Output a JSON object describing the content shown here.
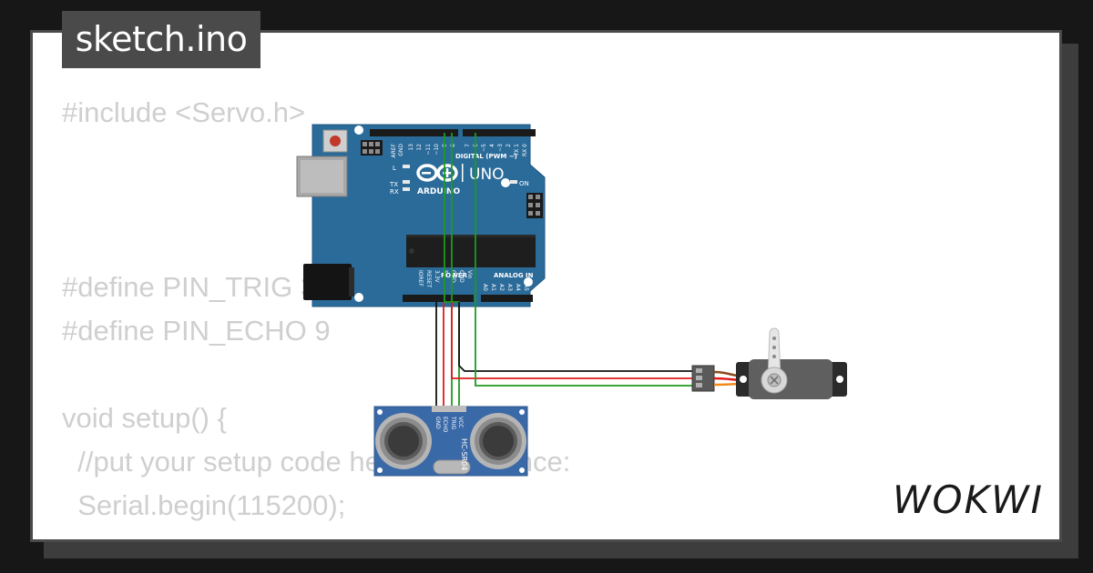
{
  "file": {
    "name": "sketch.ino"
  },
  "code": {
    "lines": [
      "#include <Servo.h>",
      "",
      "",
      "",
      "#define PIN_TRIG 3",
      "#define PIN_ECHO 9",
      "",
      "void setup() {",
      "  //put your setup code here, to run once:",
      "  Serial.begin(115200);"
    ]
  },
  "board": {
    "logo_text": "ARDUINO",
    "model": "UNO",
    "header_digital": "DIGITAL (PWM ~)",
    "header_power": "POWER",
    "header_analog": "ANALOG IN",
    "label_on": "ON",
    "label_l": "L",
    "label_tx": "TX",
    "label_rx": "RX",
    "top_pins": [
      "AREF",
      "GND",
      "13",
      "12",
      "~11",
      "~10",
      "~9",
      "8",
      "7",
      "~6",
      "~5",
      "4",
      "~3",
      "2",
      "TX 1",
      "RX 0"
    ],
    "bottom_pins": [
      "IOREF",
      "RESET",
      "3.3V",
      "5V",
      "GND",
      "GND",
      "Vin",
      "A0",
      "A1",
      "A2",
      "A3",
      "A4",
      "A5"
    ]
  },
  "sensor": {
    "model": "HC-SR04",
    "pins": [
      "GND",
      "ECHO",
      "TRIG",
      "VCC"
    ]
  },
  "brand": {
    "name": "WOKWI"
  },
  "colors": {
    "background": "#171717",
    "card": "#ffffff",
    "tab": "#4a4a4a",
    "board": "#2b6b9a",
    "wire_red": "#e01b1b",
    "wire_green": "#1c9b1c",
    "wire_black": "#111111"
  }
}
